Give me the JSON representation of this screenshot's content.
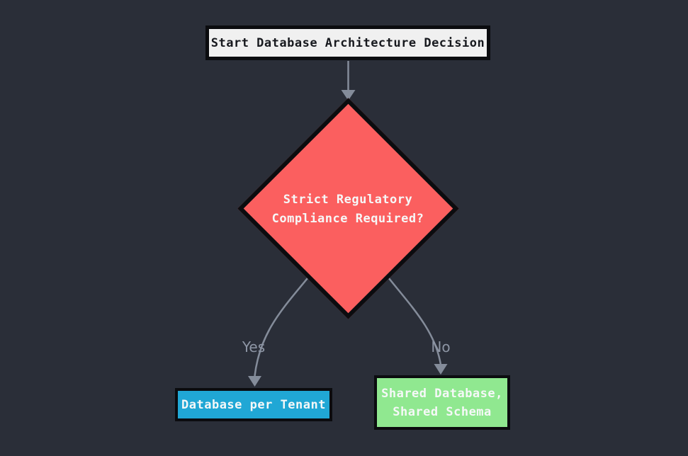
{
  "diagram": {
    "type": "flowchart",
    "background_color": "#2a2e38",
    "node_border_color": "#0b0c0f",
    "nodes": {
      "start": {
        "label": "Start Database Architecture Decision",
        "shape": "rectangle",
        "fill": "#f0f0f0",
        "text_color": "#17191e"
      },
      "decision": {
        "label_line1": "Strict Regulatory",
        "label_line2": "Compliance Required?",
        "shape": "diamond",
        "fill": "#fb5f5f",
        "text_color": "#f6f8f8"
      },
      "yes_outcome": {
        "label": "Database per Tenant",
        "shape": "rectangle",
        "fill": "#20a7d5",
        "text_color": "#f6f8f8"
      },
      "no_outcome": {
        "label_line1": "Shared Database,",
        "label_line2": "Shared Schema",
        "shape": "rectangle",
        "fill": "#90e890",
        "text_color": "#f6f8f8"
      }
    },
    "edges": {
      "start_to_decision": {
        "from": "start",
        "to": "decision",
        "label": ""
      },
      "yes_edge": {
        "from": "decision",
        "to": "yes_outcome",
        "label": "Yes"
      },
      "no_edge": {
        "from": "decision",
        "to": "no_outcome",
        "label": "No"
      },
      "line_color": "#848c9a",
      "label_color": "#8d95a4"
    }
  }
}
